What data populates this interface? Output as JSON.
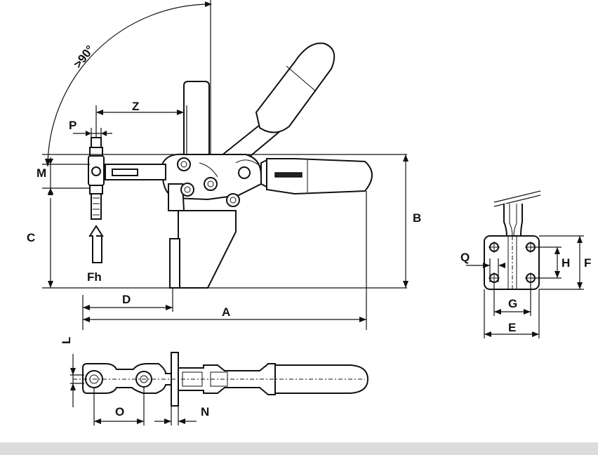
{
  "labels": {
    "angle": ">90°",
    "Z": "Z",
    "P": "P",
    "M": "M",
    "C": "C",
    "Fh": "Fh",
    "B": "B",
    "D": "D",
    "A": "A",
    "Q": "Q",
    "H": "H",
    "F": "F",
    "G": "G",
    "E": "E",
    "L": "L",
    "O": "O",
    "N": "N"
  }
}
